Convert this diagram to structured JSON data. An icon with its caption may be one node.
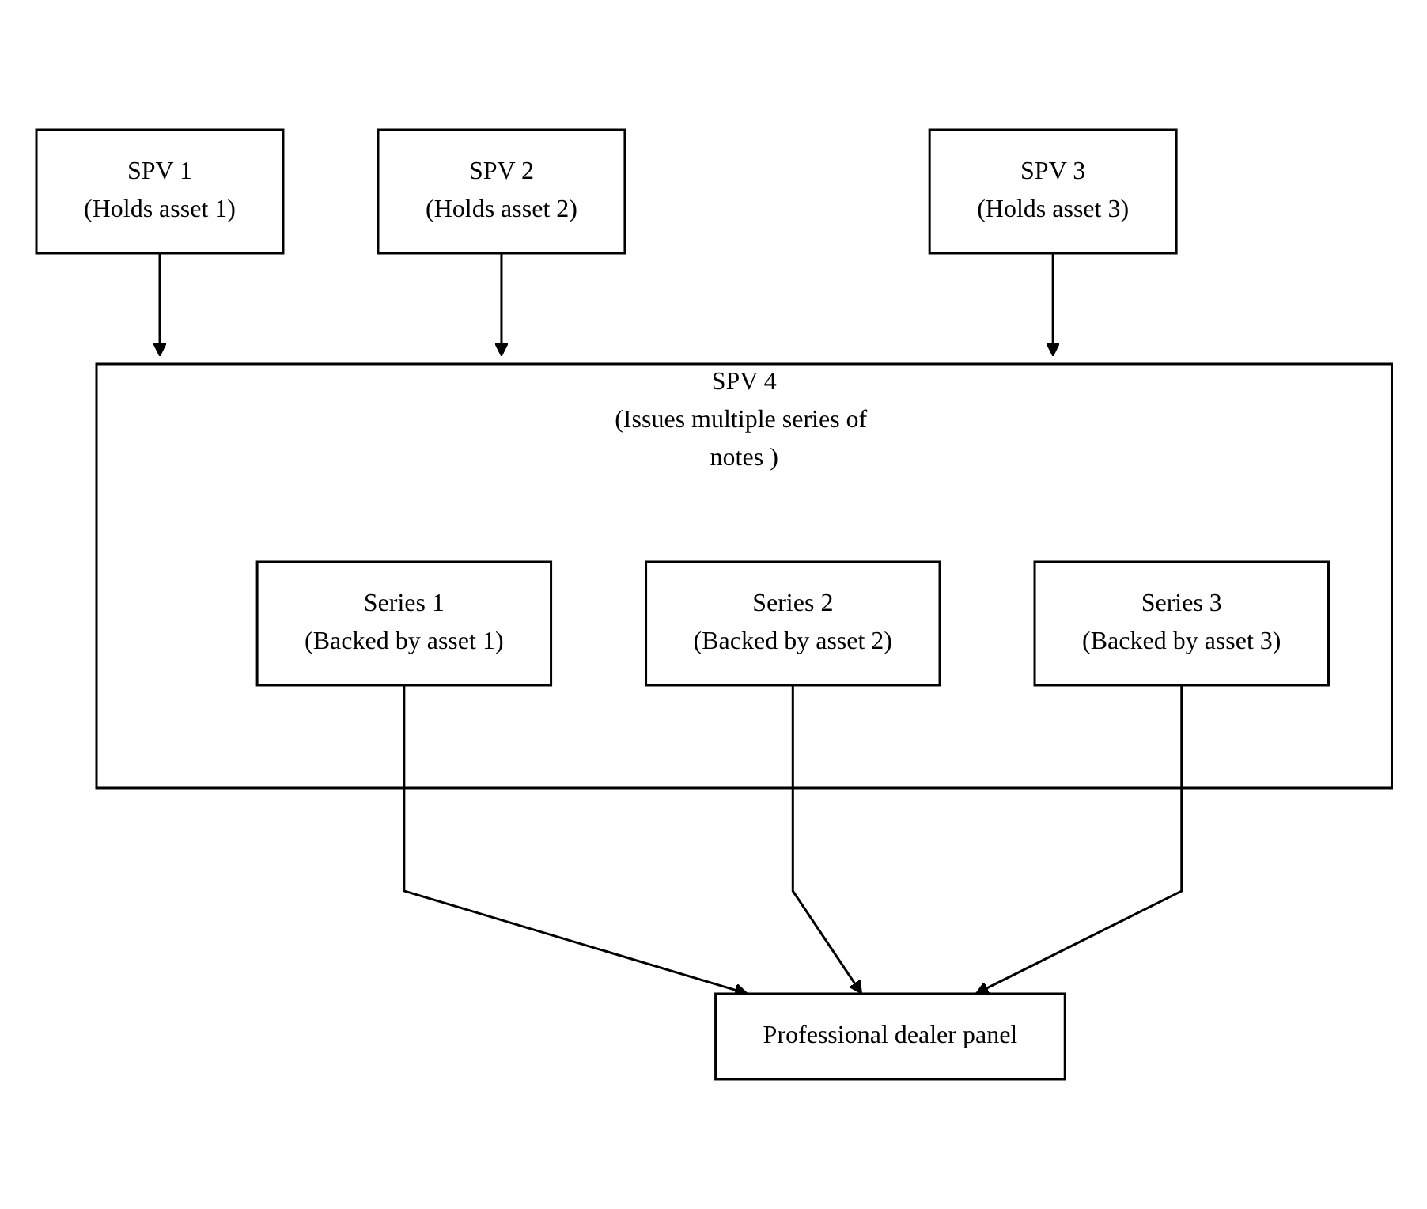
{
  "diagram": {
    "nodes": [
      {
        "text": [
          "SPV 1",
          "(Holds asset 1)"
        ]
      },
      {
        "text": [
          "SPV 2",
          "(Holds asset 2)"
        ]
      },
      {
        "text": [
          "SPV 3",
          "(Holds asset 3)"
        ]
      },
      {
        "text": [
          "SPV 4",
          "(Issues multiple series of notes )"
        ]
      },
      {
        "text": [
          "Series 1",
          "(Backed by asset 1)"
        ],
        "in": 3
      },
      {
        "text": [
          "Series 2",
          "(Backed by asset 2)"
        ],
        "in": 3
      },
      {
        "text": [
          "Series 3",
          "(Backed by asset 3)"
        ],
        "in": 3
      },
      {
        "text": [
          "Professional dealer panel"
        ]
      }
    ],
    "edges": [
      {
        "from": 0,
        "to": 3,
        "arrow": "to"
      },
      {
        "from": 1,
        "to": 3,
        "arrow": "to"
      },
      {
        "from": 2,
        "to": 3,
        "arrow": "to"
      },
      {
        "from": 4,
        "to": 7,
        "arrow": "to"
      },
      {
        "from": 5,
        "to": 7,
        "arrow": "to"
      },
      {
        "from": 6,
        "to": 7,
        "arrow": "to"
      }
    ]
  }
}
